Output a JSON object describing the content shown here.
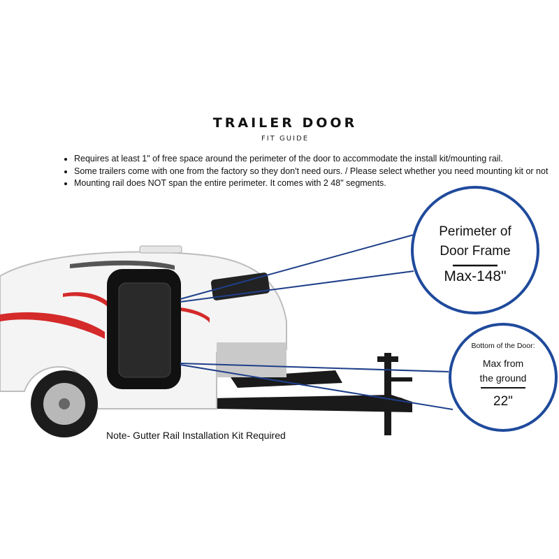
{
  "header": {
    "title": "TRAILER DOOR",
    "subtitle": "FIT GUIDE"
  },
  "bullets": [
    "Requires at least 1\" of free space around the perimeter of the door to accommodate the install kit/mounting rail.",
    "Some trailers come with one from the factory so they don't need ours. /  Please select whether you need mounting kit or not",
    "Mounting rail does NOT span the entire perimeter. It comes with 2 48\" segments."
  ],
  "callout_perimeter": {
    "line1": "Perimeter of",
    "line2": "Door Frame",
    "value": "Max-148\""
  },
  "callout_bottom": {
    "label": "Bottom of the Door:",
    "line1": "Max from",
    "line2": "the ground",
    "value": "22\""
  },
  "note": "Note- Gutter  Rail Installation Kit Required",
  "colors": {
    "circle": "#1f4a9c",
    "stripe": "#d42a2a"
  }
}
